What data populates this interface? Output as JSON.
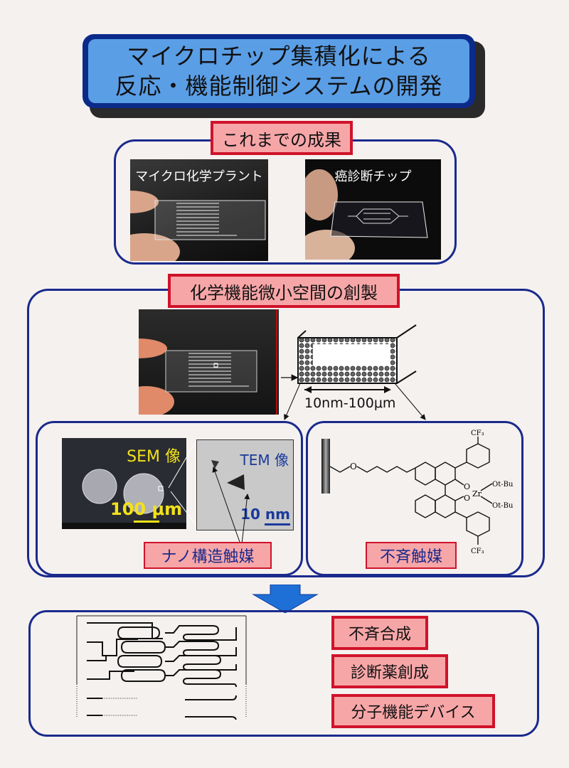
{
  "title": {
    "line1": "マイクロチップ集積化による",
    "line2": "反応・機能制御システムの開発"
  },
  "section_results": {
    "label": "これまでの成果",
    "photos": [
      {
        "caption": "マイクロ化学プラント"
      },
      {
        "caption": "癌診断チップ"
      }
    ]
  },
  "section_space": {
    "label": "化学機能微小空間の創製",
    "scale_label": "10nm-100μm",
    "left_panel": {
      "sem_label": "SEM 像",
      "sem_scale": "100 μm",
      "tem_label": "TEM 像",
      "tem_scale": "10 nm",
      "caption": "ナノ構造触媒"
    },
    "right_panel": {
      "molecule_labels": {
        "cf3_top": "CF3",
        "cf3_bottom": "CF3",
        "otbu_1": "Ot-Bu",
        "otbu_2": "Ot-Bu",
        "zr": "Zr",
        "o": "O"
      },
      "caption": "不斉触媒"
    }
  },
  "section_outcomes": {
    "items": [
      "不斉合成",
      "診断薬創成",
      "分子機能デバイス"
    ]
  },
  "colors": {
    "navy": "#1a2a8c",
    "label_fill": "#f7a6a8",
    "label_border": "#d0132a",
    "title_fill": "#5a9ee6",
    "arrow": "#1e6fd6",
    "sem_text": "#f2e21a"
  }
}
